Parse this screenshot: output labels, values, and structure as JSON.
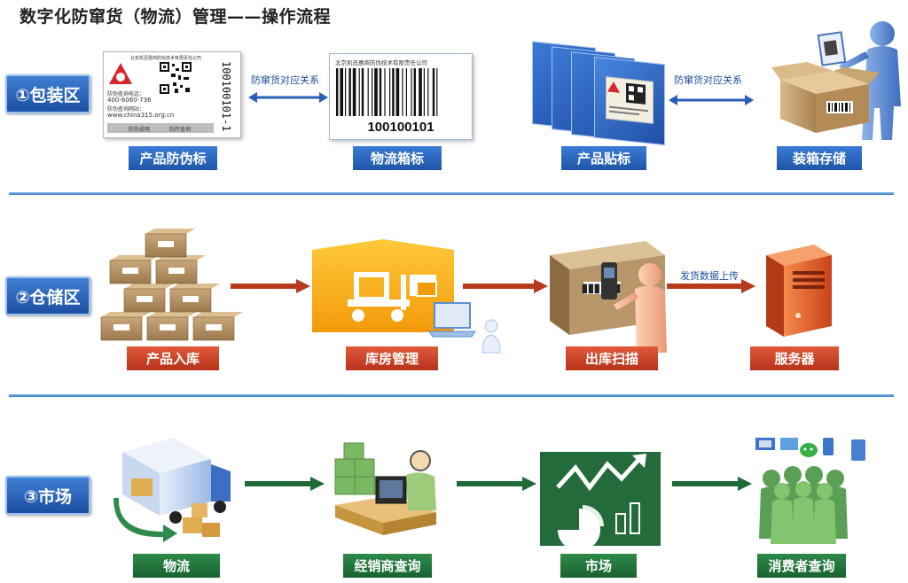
{
  "title": "数字化防窜货（物流）管理——操作流程",
  "zones": {
    "z1": "①包装区",
    "z2": "②仓储区",
    "z3": "③市场"
  },
  "row1": {
    "label1": "产品防伪标",
    "label2": "物流箱标",
    "label3": "产品贴标",
    "label4": "装箱存储",
    "relation_a": "防窜货对应关系",
    "relation_b": "防窜货对应关系",
    "antifake": {
      "company": "北京凯迅惠商防伪技术有限责任公司",
      "phone_label": "防伪查询电话：",
      "phone": "400-6060-736",
      "web_label": "防伪查询网站：",
      "web": "www.china315.org.cn",
      "bottom_left": "防伪说明",
      "bottom_right": "刮开查询",
      "serial": "100100101-1"
    },
    "boxlabel": {
      "company": "北京凯迅惠商防伪技术有限责任公司",
      "code": "100100101"
    }
  },
  "row2": {
    "label1": "产品入库",
    "label2": "库房管理",
    "label3": "出库扫描",
    "label4": "服务器",
    "upload": "发货数据上传"
  },
  "row3": {
    "label1": "物流",
    "label2": "经销商查询",
    "label3": "市场",
    "label4": "消费者查询"
  },
  "colors": {
    "blue": "#2a66c0",
    "red": "#c9411f",
    "green": "#1f7038",
    "arrow_red": "#b83a1c",
    "arrow_green": "#1f6a36"
  }
}
